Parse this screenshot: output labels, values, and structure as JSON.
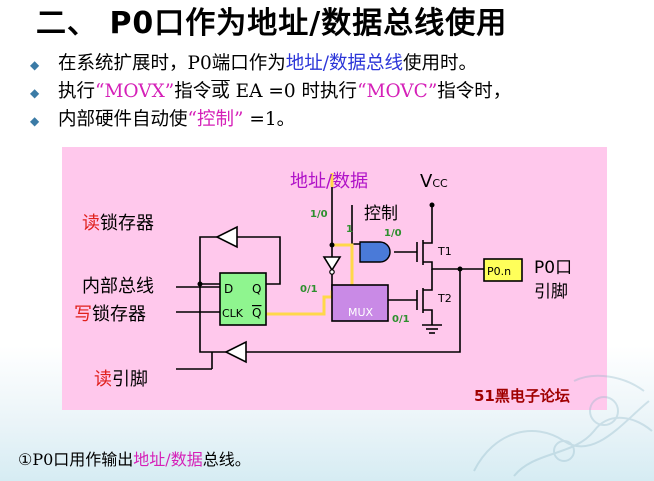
{
  "title": "二、 P0口作为地址/数据总线使用",
  "bullets": {
    "b1": {
      "t1": "在系统扩展时，P0端口作为",
      "hl": "地址/数据总线",
      "t2": "使用时。"
    },
    "b2": {
      "t1": "执行",
      "hl1": "“MOVX”",
      "t2": "指令",
      "ov": "或",
      "t3": " EA =0 时执行",
      "hl2": "“MOVC”",
      "t4": "指令时，"
    },
    "b3": {
      "t1": "内部硬件自动使",
      "hl": "“控制”",
      "t2": " =1。"
    }
  },
  "diagram": {
    "labels": {
      "read_latch_char": "读",
      "read_latch_rest": "锁存器",
      "internal_bus": "内部总线",
      "write_latch_char": "写",
      "write_latch_rest": "锁存器",
      "read_pin_char": "读",
      "read_pin_rest": "引脚",
      "addr_data": "地址/数据",
      "vcc_v": "V",
      "vcc_cc": "CC",
      "control": "控制",
      "logic_10_a": "1/0",
      "logic_1": "1",
      "logic_10_b": "1/0",
      "logic_01_a": "0/1",
      "logic_01_b": "0/1",
      "ff_d": "D",
      "ff_q": "Q",
      "ff_clk": "CLK",
      "ff_qbar": "Q",
      "mux": "MUX",
      "t1": "T1",
      "t2": "T2",
      "pin_box": "P0.n",
      "pin_label_1": "P0口",
      "pin_label_2": "引脚",
      "watermark": "51黑电子论坛"
    },
    "colors": {
      "background": "#ffc8ec",
      "wire": "#000000",
      "active_wire": "#ffd84a",
      "ff_fill": "#8ff58f",
      "mux_fill": "#c98ae6",
      "gate_fill": "#4a7ad8",
      "pin_fill": "#ffff5a",
      "red_text": "#e0201c",
      "magenta_text": "#b012c8",
      "green_text": "#2e8f2e",
      "watermark_text": "#a00000"
    }
  },
  "caption": {
    "t1": "①P0口用作输出",
    "hl": "地址/数据",
    "t2": "总线。"
  }
}
